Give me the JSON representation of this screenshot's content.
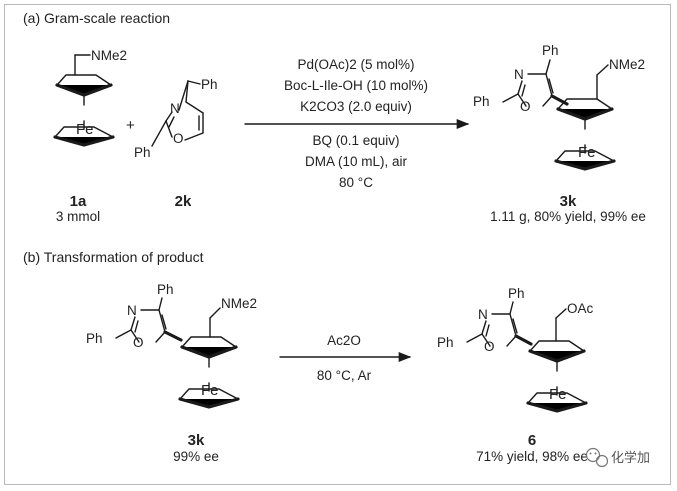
{
  "part_a": {
    "title": "(a) Gram-scale reaction",
    "reagent_1": {
      "id": "1a",
      "note": "3 mmol",
      "substituent": "NMe2",
      "metal": "Fe"
    },
    "plus": "+",
    "reagent_2": {
      "id": "2k",
      "ph_top": "Ph",
      "ph_left": "Ph",
      "n": "N",
      "o": "O"
    },
    "conditions_above": [
      "Pd(OAc)2 (5 mol%)",
      "Boc-L-Ile-OH (10 mol%)",
      "K2CO3 (2.0 equiv)"
    ],
    "conditions_below": [
      "BQ (0.1 equiv)",
      "DMA (10 mL), air",
      "80 °C"
    ],
    "product": {
      "id": "3k",
      "note": "1.11 g, 80% yield, 99% ee",
      "ph_top": "Ph",
      "ph_left": "Ph",
      "n": "N",
      "o": "O",
      "substituent": "NMe2",
      "metal": "Fe"
    }
  },
  "part_b": {
    "title": "(b) Transformation of product",
    "reagent": {
      "id": "3k",
      "note": "99% ee",
      "ph_top": "Ph",
      "ph_left": "Ph",
      "n": "N",
      "o": "O",
      "substituent": "NMe2",
      "metal": "Fe"
    },
    "condition_above": "Ac2O",
    "condition_below": "80 °C, Ar",
    "product": {
      "id": "6",
      "note": "71% yield, 98% ee",
      "ph_top": "Ph",
      "ph_left": "Ph",
      "n": "N",
      "o": "O",
      "substituent": "OAc",
      "metal": "Fe"
    }
  },
  "watermark": {
    "text": "化学加",
    "icon": "wechat-icon"
  }
}
